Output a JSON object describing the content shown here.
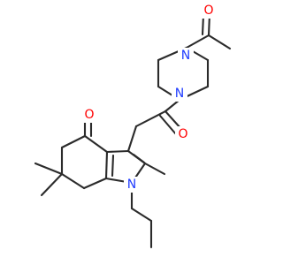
{
  "diagram": {
    "atoms": {
      "N1": {
        "label": "N",
        "color": "#1f3cff"
      },
      "N2": {
        "label": "N",
        "color": "#1f3cff"
      },
      "N3": {
        "label": "N",
        "color": "#1f3cff"
      },
      "O1": {
        "label": "O",
        "color": "#ff0000"
      },
      "O2": {
        "label": "O",
        "color": "#ff0000"
      },
      "O3": {
        "label": "O",
        "color": "#ff0000"
      }
    }
  }
}
